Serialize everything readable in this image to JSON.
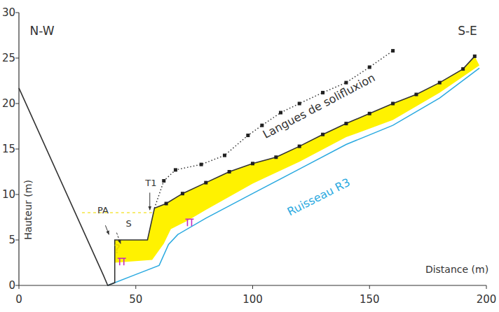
{
  "diagram": {
    "labels": [
      "30",
      "25",
      "20",
      "15",
      "10",
      "5",
      "0",
      "0",
      "50",
      "100",
      "150",
      "200",
      "N-W",
      "S-E",
      "Hauteur (m)",
      "Distance (m)",
      "PA",
      "S",
      "T1",
      "?",
      "Langues de solifluxion",
      "Ruisseau R3"
    ]
  }
}
